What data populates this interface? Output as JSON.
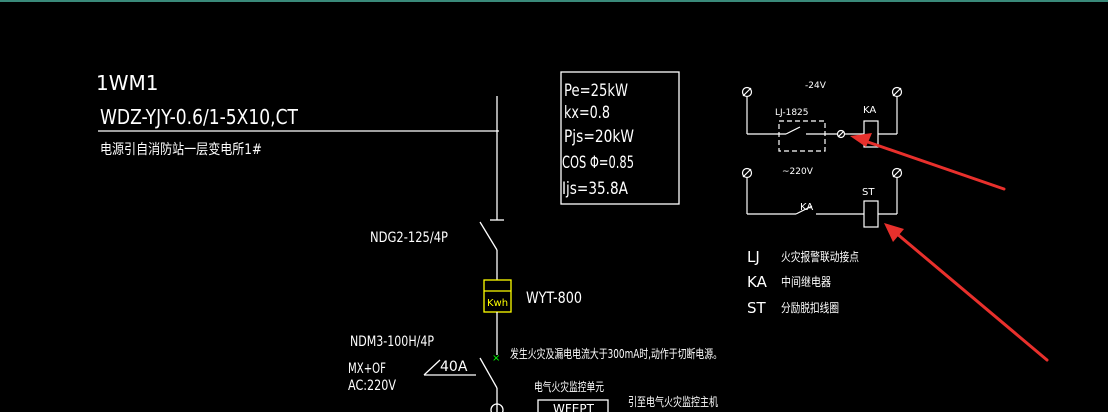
{
  "feeder": {
    "id": "1WM1",
    "cable": "WDZ-YJY-0.6/1-5X10,CT",
    "source": "电源引自消防站一层变电所1#"
  },
  "load_box": {
    "pe": "Pe=25kW",
    "kx": "kx=0.8",
    "pjs": "Pjs=20kW",
    "cos": "COS Φ=0.85",
    "ijs": "Ijs=35.8A"
  },
  "breaker": {
    "model": "NDG2-125/4P"
  },
  "meter": {
    "label": "Kwh",
    "model": "WYT-800"
  },
  "rcd": {
    "model": "NDM3-100H/4P",
    "acc": "MX+OF",
    "voltage": "AC:220V",
    "rating": "40A",
    "note": "发生火灾及漏电电流大于300mA时,动作于切断电源。"
  },
  "monitor": {
    "label": "电气火灾监控单元",
    "host": "引至电气火灾监控主机",
    "box": "WFEPT"
  },
  "control": {
    "v24": "-24V",
    "lj_tag": "LJ-1825",
    "ka_tag": "KA",
    "v220": "~220V",
    "ka_contact": "KA",
    "st_tag": "ST"
  },
  "legend": [
    {
      "code": "LJ",
      "desc": "火灾报警联动接点"
    },
    {
      "code": "KA",
      "desc": "中间继电器"
    },
    {
      "code": "ST",
      "desc": "分励脱扣线圈"
    }
  ],
  "colors": {
    "background": "#000000",
    "line": "#ffffff",
    "meter": "#ffff00",
    "arrow": "#e8302c",
    "rcd_mark": "#00ff00"
  }
}
